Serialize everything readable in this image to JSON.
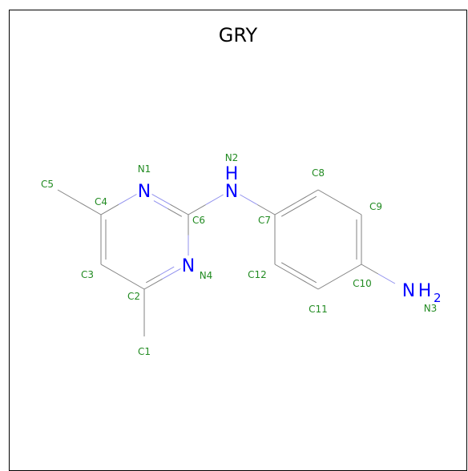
{
  "title": "GRY",
  "colors": {
    "carbon_bond": "#808080",
    "nitrogen": "#0000ff",
    "nitrogen_bond": "#9090ee",
    "atom_label": "#228b22",
    "frame": "#000000"
  },
  "atoms": {
    "N1": {
      "element": "N",
      "label": "N1"
    },
    "N2": {
      "element": "N",
      "hydrogen": "H",
      "label": "N2"
    },
    "N3": {
      "element": "N",
      "hydrogen": "H",
      "h_count": "2",
      "label": "N3"
    },
    "N4": {
      "element": "N",
      "label": "N4"
    },
    "C1": {
      "label": "C1"
    },
    "C2": {
      "label": "C2"
    },
    "C3": {
      "label": "C3"
    },
    "C4": {
      "label": "C4"
    },
    "C5": {
      "label": "C5"
    },
    "C6": {
      "label": "C6"
    },
    "C7": {
      "label": "C7"
    },
    "C8": {
      "label": "C8"
    },
    "C9": {
      "label": "C9"
    },
    "C10": {
      "label": "C10"
    },
    "C11": {
      "label": "C11"
    },
    "C12": {
      "label": "C12"
    }
  },
  "bonds": [
    {
      "from": "C5",
      "to": "C4",
      "order": 1
    },
    {
      "from": "C4",
      "to": "N1",
      "order": 1
    },
    {
      "from": "N1",
      "to": "C6",
      "order": 2
    },
    {
      "from": "C6",
      "to": "N4",
      "order": 1
    },
    {
      "from": "N4",
      "to": "C2",
      "order": 2
    },
    {
      "from": "C2",
      "to": "C3",
      "order": 1
    },
    {
      "from": "C3",
      "to": "C4",
      "order": 2
    },
    {
      "from": "C2",
      "to": "C1",
      "order": 1
    },
    {
      "from": "C6",
      "to": "N2",
      "order": 1
    },
    {
      "from": "N2",
      "to": "C7",
      "order": 1
    },
    {
      "from": "C7",
      "to": "C8",
      "order": 2
    },
    {
      "from": "C8",
      "to": "C9",
      "order": 1
    },
    {
      "from": "C9",
      "to": "C10",
      "order": 2
    },
    {
      "from": "C10",
      "to": "C11",
      "order": 1
    },
    {
      "from": "C11",
      "to": "C12",
      "order": 2
    },
    {
      "from": "C12",
      "to": "C7",
      "order": 1
    },
    {
      "from": "C10",
      "to": "N3",
      "order": 1
    }
  ]
}
